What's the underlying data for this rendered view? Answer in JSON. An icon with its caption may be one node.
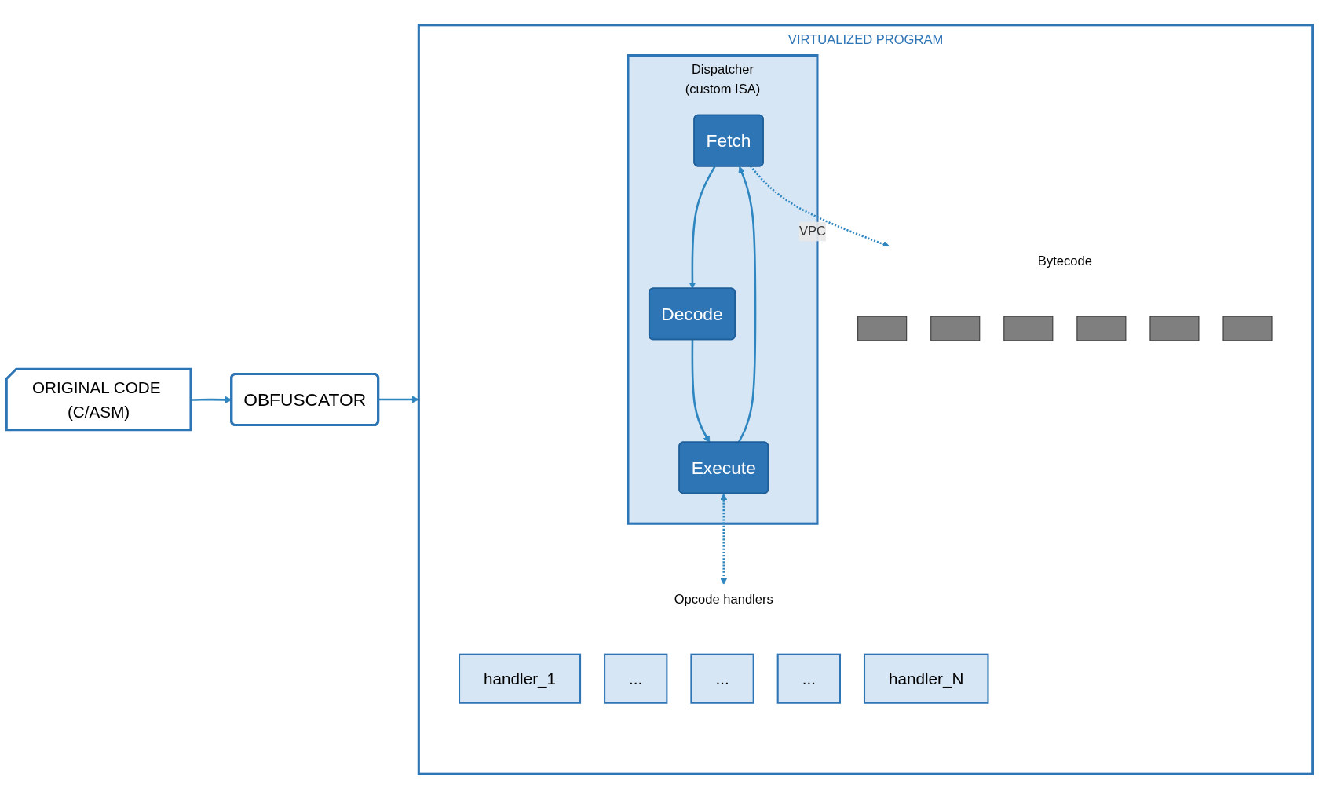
{
  "diagram": {
    "nodes": [
      {
        "text": [
          "ORIGINAL CODE (C/ASM)"
        ]
      },
      {
        "text": [
          "OBFUSCATOR"
        ]
      },
      {
        "text": [
          "VIRTUALIZED PROGRAM"
        ]
      },
      {
        "text": [
          "Bytecode"
        ],
        "in": 2
      },
      {
        "text": [],
        "shape": "box",
        "in": 3
      },
      {
        "text": [],
        "shape": "box",
        "in": 3
      },
      {
        "text": [],
        "shape": "box",
        "in": 3
      },
      {
        "text": [],
        "shape": "box",
        "in": 3
      },
      {
        "text": [],
        "shape": "box",
        "in": 3
      },
      {
        "text": [],
        "shape": "box",
        "in": 3
      },
      {
        "text": [
          "Dispatcher",
          "(custom ISA)"
        ],
        "in": 2
      },
      {
        "text": [
          "Fetch"
        ],
        "in": 10
      },
      {
        "text": [
          "Decode"
        ],
        "in": 10
      },
      {
        "text": [
          "Execute"
        ],
        "in": 10
      },
      {
        "text": [
          "Opcode handlers"
        ],
        "in": 2
      },
      {
        "text": [
          "handler_1"
        ],
        "in": 14
      },
      {
        "text": [
          "..."
        ],
        "in": 14
      },
      {
        "text": [
          "..."
        ],
        "in": 14
      },
      {
        "text": [
          "..."
        ],
        "in": 14
      },
      {
        "text": [
          "handler_N"
        ],
        "in": 14
      }
    ],
    "edges": [
      {
        "from": 0,
        "to": 1,
        "arrow": "to"
      },
      {
        "from": 1,
        "to": 2,
        "arrow": "to"
      },
      {
        "from": 11,
        "to": 3,
        "arrow": "to",
        "style": "dashed",
        "label": "VPC"
      },
      {
        "from": 11,
        "to": 12,
        "arrow": "to"
      },
      {
        "from": 12,
        "to": 13,
        "arrow": "to"
      },
      {
        "from": 13,
        "to": 11,
        "arrow": "to"
      },
      {
        "from": 13,
        "to": 14,
        "arrow": "both",
        "style": "dashed"
      }
    ]
  }
}
